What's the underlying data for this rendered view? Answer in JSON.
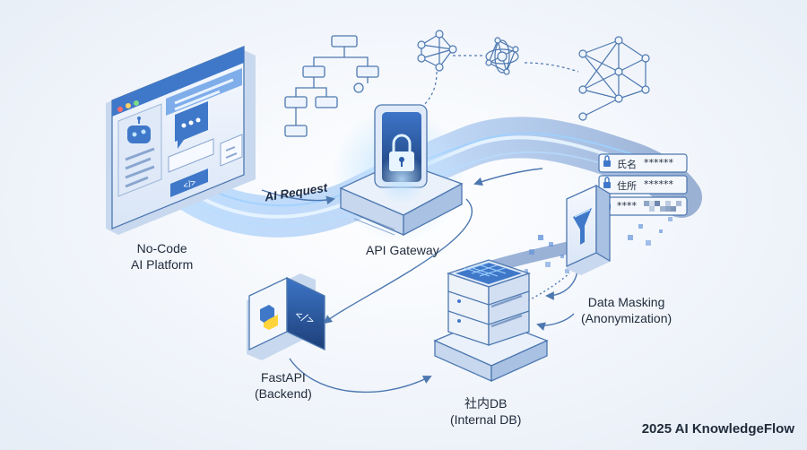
{
  "labels": {
    "platform_line1": "No-Code",
    "platform_line2": "AI Platform",
    "ai_request": "AI Request",
    "gateway": "API Gateway",
    "masking_line1": "Data Masking",
    "masking_line2": "(Anonymization)",
    "fastapi_line1": "FastAPI",
    "fastapi_line2": "(Backend)",
    "db_line1": "社内DB",
    "db_line2": "(Internal DB)"
  },
  "masked_fields": [
    {
      "label": "氏名",
      "value": "******"
    },
    {
      "label": "住所",
      "value": "******"
    },
    {
      "label": "****",
      "value": ""
    }
  ],
  "platform_ui": {
    "button_text": "</>"
  },
  "code_icon_text": "</>",
  "brand": "2025 AI KnowledgeFlow",
  "colors": {
    "accent": "#3b7fd9",
    "accent_light": "#7fb8f5",
    "line": "#5b84b8",
    "panel": "#e8f0fb"
  }
}
